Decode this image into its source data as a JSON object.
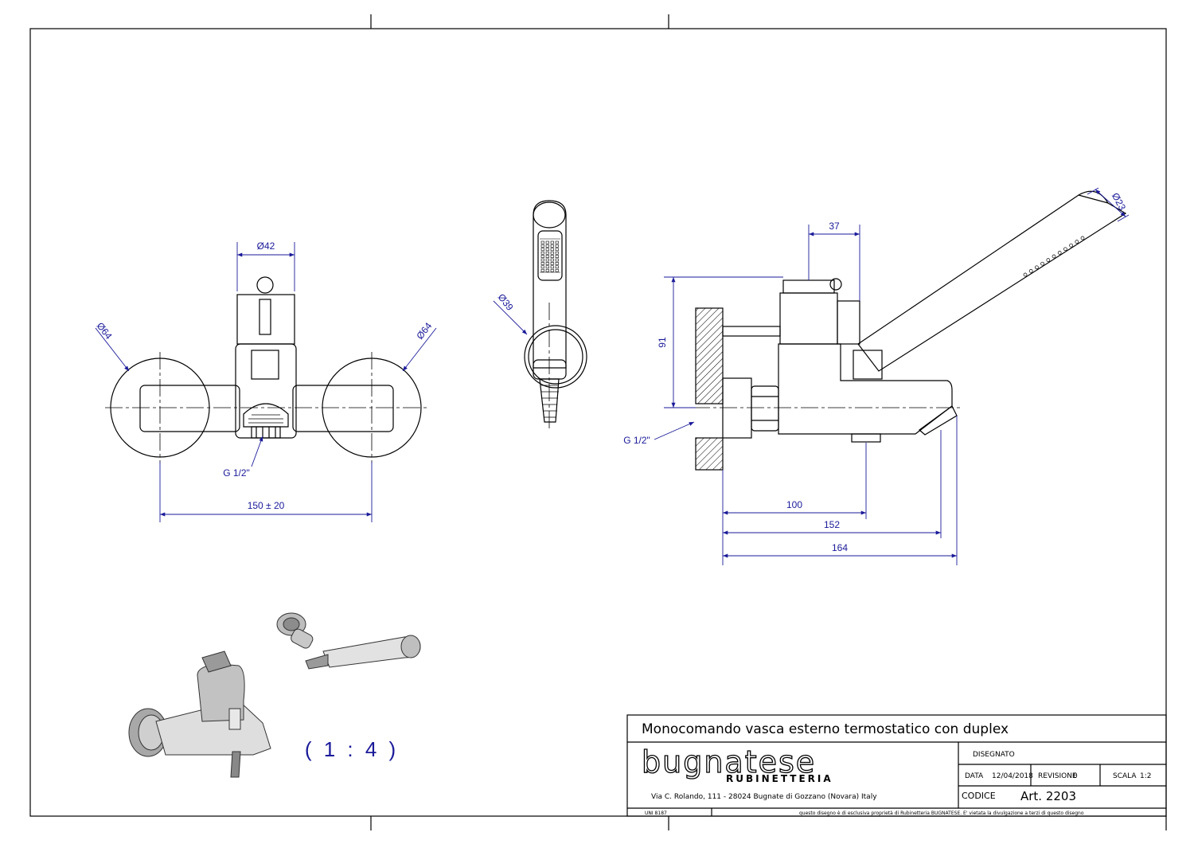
{
  "dimensions": {
    "front_dia_body": "Ø42",
    "front_dia_left": "Ø64",
    "front_dia_right": "Ø64",
    "front_thread": "G 1/2\"",
    "front_centres": "150 ± 20",
    "hand_dia": "Ø39",
    "side_37": "37",
    "side_91": "91",
    "side_dia_23": "Ø23",
    "side_thread": "G 1/2\"",
    "side_100": "100",
    "side_152": "152",
    "side_164": "164"
  },
  "scale_label": "( 1 : 4 )",
  "title_block": {
    "title": "Monocomando vasca esterno termostatico con duplex",
    "brand": "bugnatese",
    "brand_sub": "RUBINETTERIA",
    "address": "Via C. Rolando, 111 - 28024 Bugnate di Gozzano (Novara) Italy",
    "disegnato_label": "DISEGNATO",
    "data_label": "DATA",
    "data_value": "12/04/2018",
    "revisione_label": "REVISIONE",
    "revisione_value": "0",
    "scala_label": "SCALA",
    "scala_value": "1:2",
    "codice_label": "CODICE",
    "codice_value": "Art. 2203",
    "uni": "UNI 8187",
    "disclaimer": "questo disegno è di esclusiva proprietà di Rubinetteria BUGNATESE. E' vietata la divulgazione a terzi di questo disegno"
  },
  "colors": {
    "line": "#000000",
    "dimension": "#1a1a9a"
  }
}
